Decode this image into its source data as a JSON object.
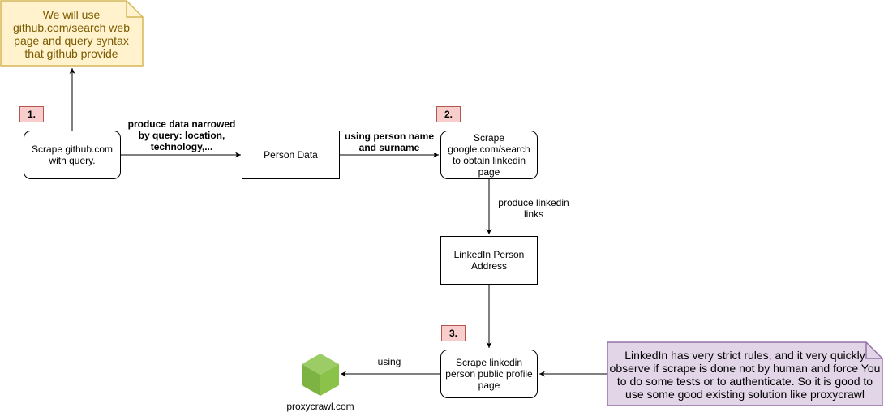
{
  "notes": {
    "github_note": "We will use github.com/search web page and query syntax that github provide",
    "linkedin_note": "LinkedIn has very strict rules, and it very quickly observe if scrape is done not by human and force You to do some tests or to authenticate. So it is good to use some good existing solution like proxycrawl"
  },
  "badges": {
    "step1": "1.",
    "step2": "2.",
    "step3": "3."
  },
  "nodes": {
    "scrape_github": "Scrape github.com with query.",
    "person_data": "Person Data",
    "scrape_google": "Scrape google.com/search to obtain linkedin page",
    "linkedin_address": "LinkedIn Person Address",
    "scrape_linkedin": "Scrape linkedin person public profile page",
    "proxycrawl": "proxycrawl.com"
  },
  "edges": {
    "narrowed": "produce data narrowed by query: location, technology,...",
    "person_name": "using person name and surname",
    "linkedin_links": "produce linkedin links",
    "using": "using"
  },
  "colors": {
    "yellow_fill": "#fff2cc",
    "yellow_stroke": "#d6b656",
    "purple_fill": "#e1d5e7",
    "purple_stroke": "#9673a6",
    "cube_green": "#8bc34a"
  },
  "icons": {
    "proxycrawl": "green-cube-icon"
  }
}
